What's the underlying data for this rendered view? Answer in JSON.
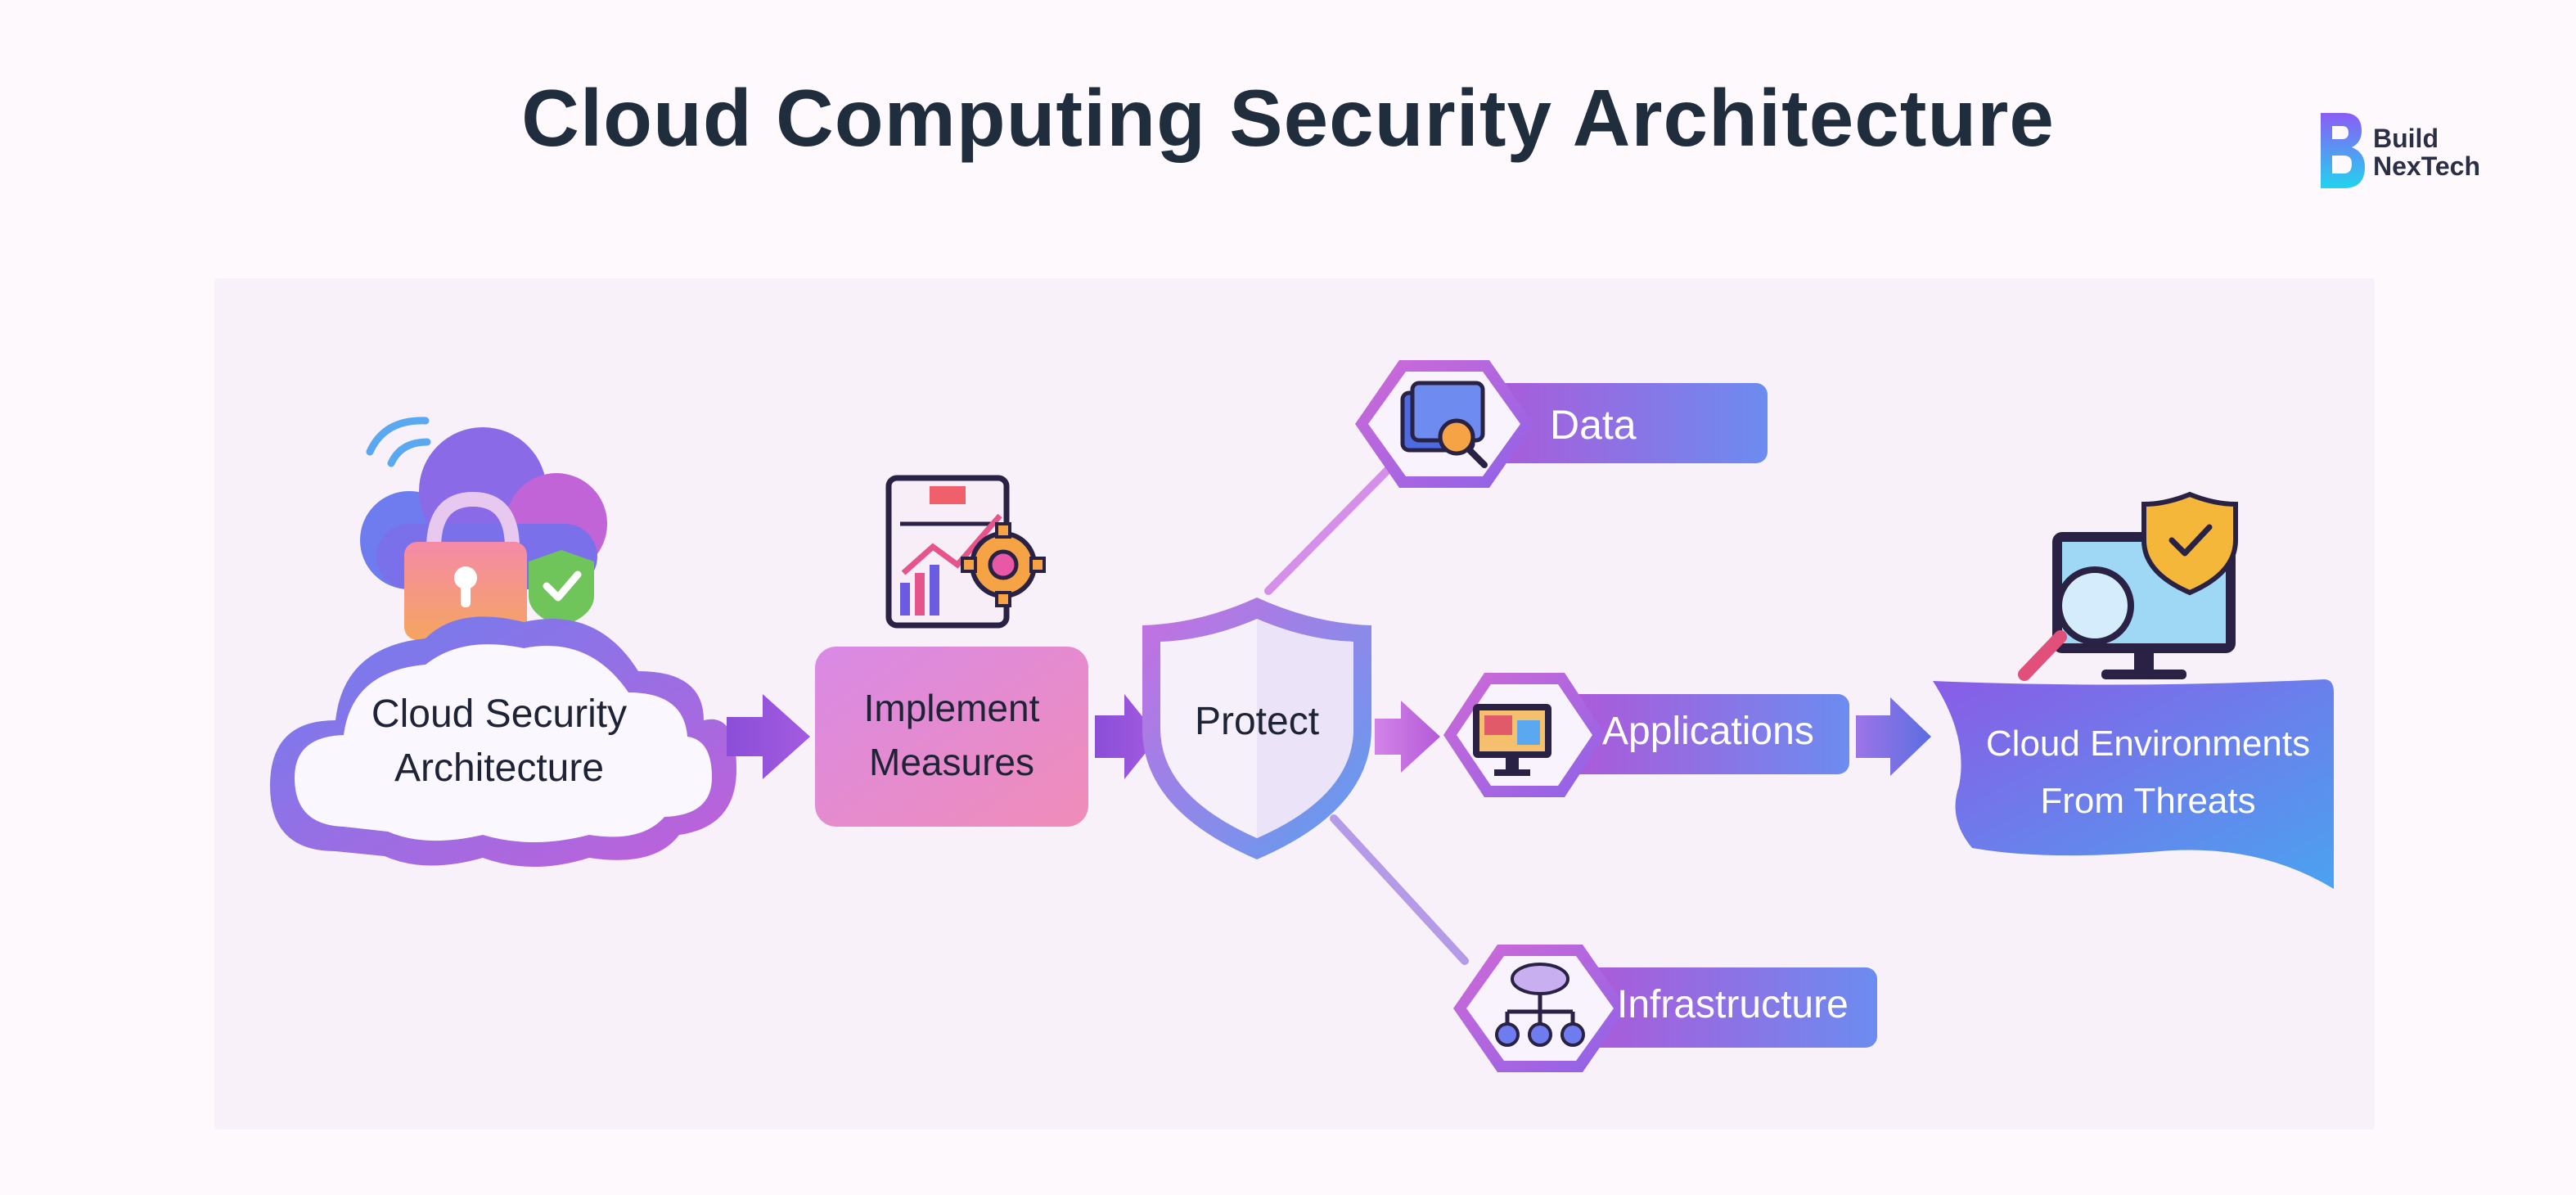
{
  "header": {
    "title": "Cloud Computing Security Architecture",
    "logo_line1": "Build",
    "logo_line2": "NexTech"
  },
  "diagram": {
    "start": {
      "line1": "Cloud Security",
      "line2": "Architecture"
    },
    "step2": {
      "line1": "Implement",
      "line2": "Measures"
    },
    "protect": "Protect",
    "targets": {
      "data": "Data",
      "applications": "Applications",
      "infrastructure": "Infrastructure"
    },
    "result": {
      "line1": "Cloud Environments",
      "line2": "From Threats"
    }
  },
  "colors": {
    "title": "#1f2d3d",
    "accent_purple": "#8a4fd8",
    "accent_pink": "#e86db0",
    "accent_blue": "#5b8be8"
  }
}
